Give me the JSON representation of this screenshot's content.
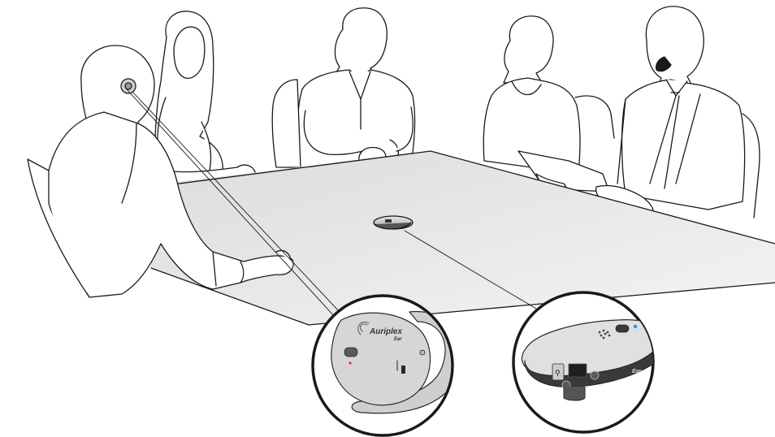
{
  "illustration": {
    "subject": "meeting-room-hearing-assist",
    "people_count": 5
  },
  "earpiece_callout": {
    "brand_name": "Auriplex",
    "brand_suffix": "Ear",
    "led_color": "#e8322c"
  },
  "device_callout": {
    "brand_label": "Ear",
    "led_color": "#2b8fd6"
  },
  "colors": {
    "line": "#1a1a1a",
    "table": "#e4e4e4",
    "device_body": "#c9c9c9",
    "device_dark": "#3a3a3a"
  }
}
